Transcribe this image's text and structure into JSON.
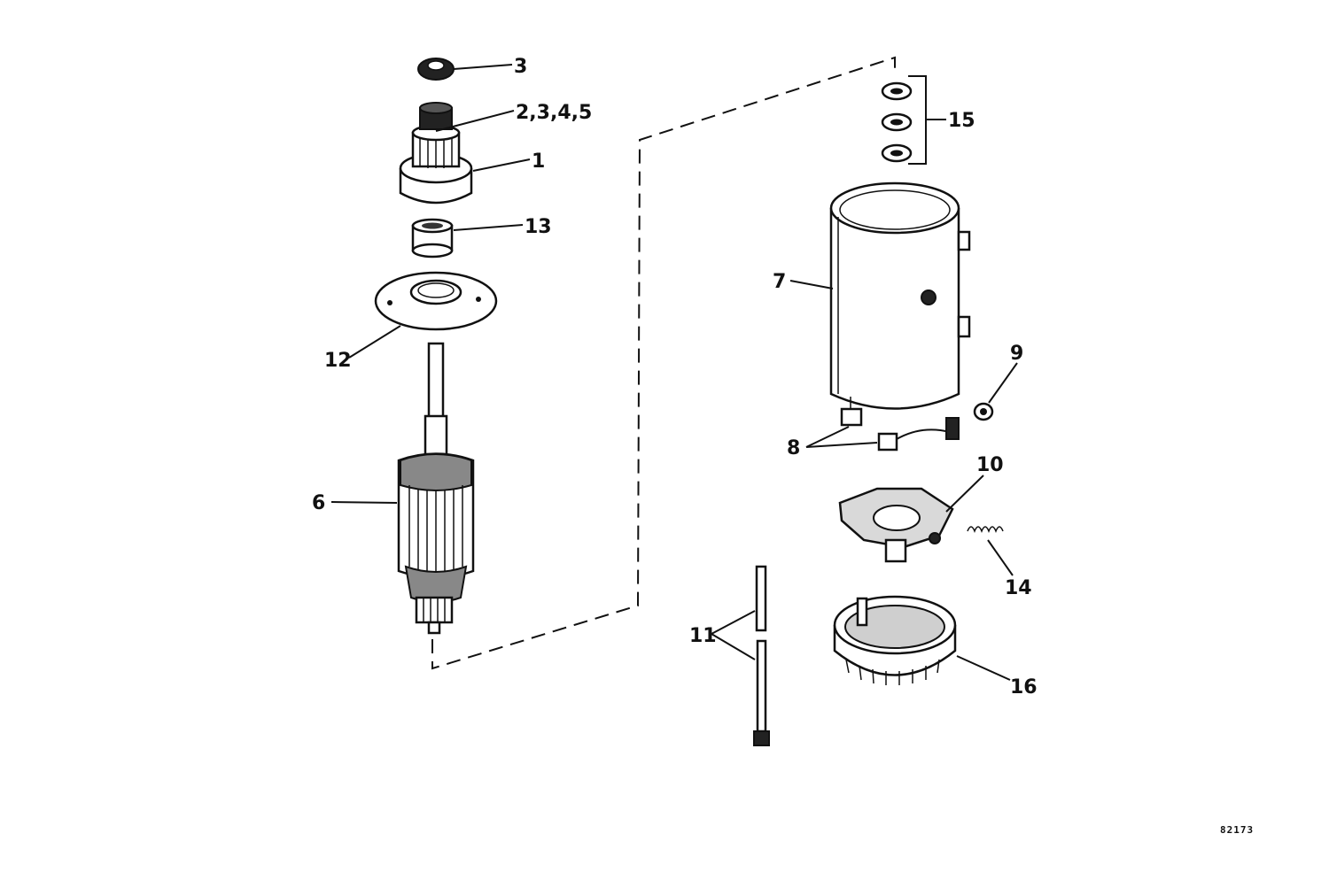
{
  "labels": {
    "l1": "1",
    "l2345": "2,3,4,5",
    "l3": "3",
    "l6": "6",
    "l7": "7",
    "l8": "8",
    "l9": "9",
    "l10": "10",
    "l11": "11",
    "l12": "12",
    "l13": "13",
    "l14": "14",
    "l15": "15",
    "l16": "16"
  },
  "reference_code": "82173"
}
